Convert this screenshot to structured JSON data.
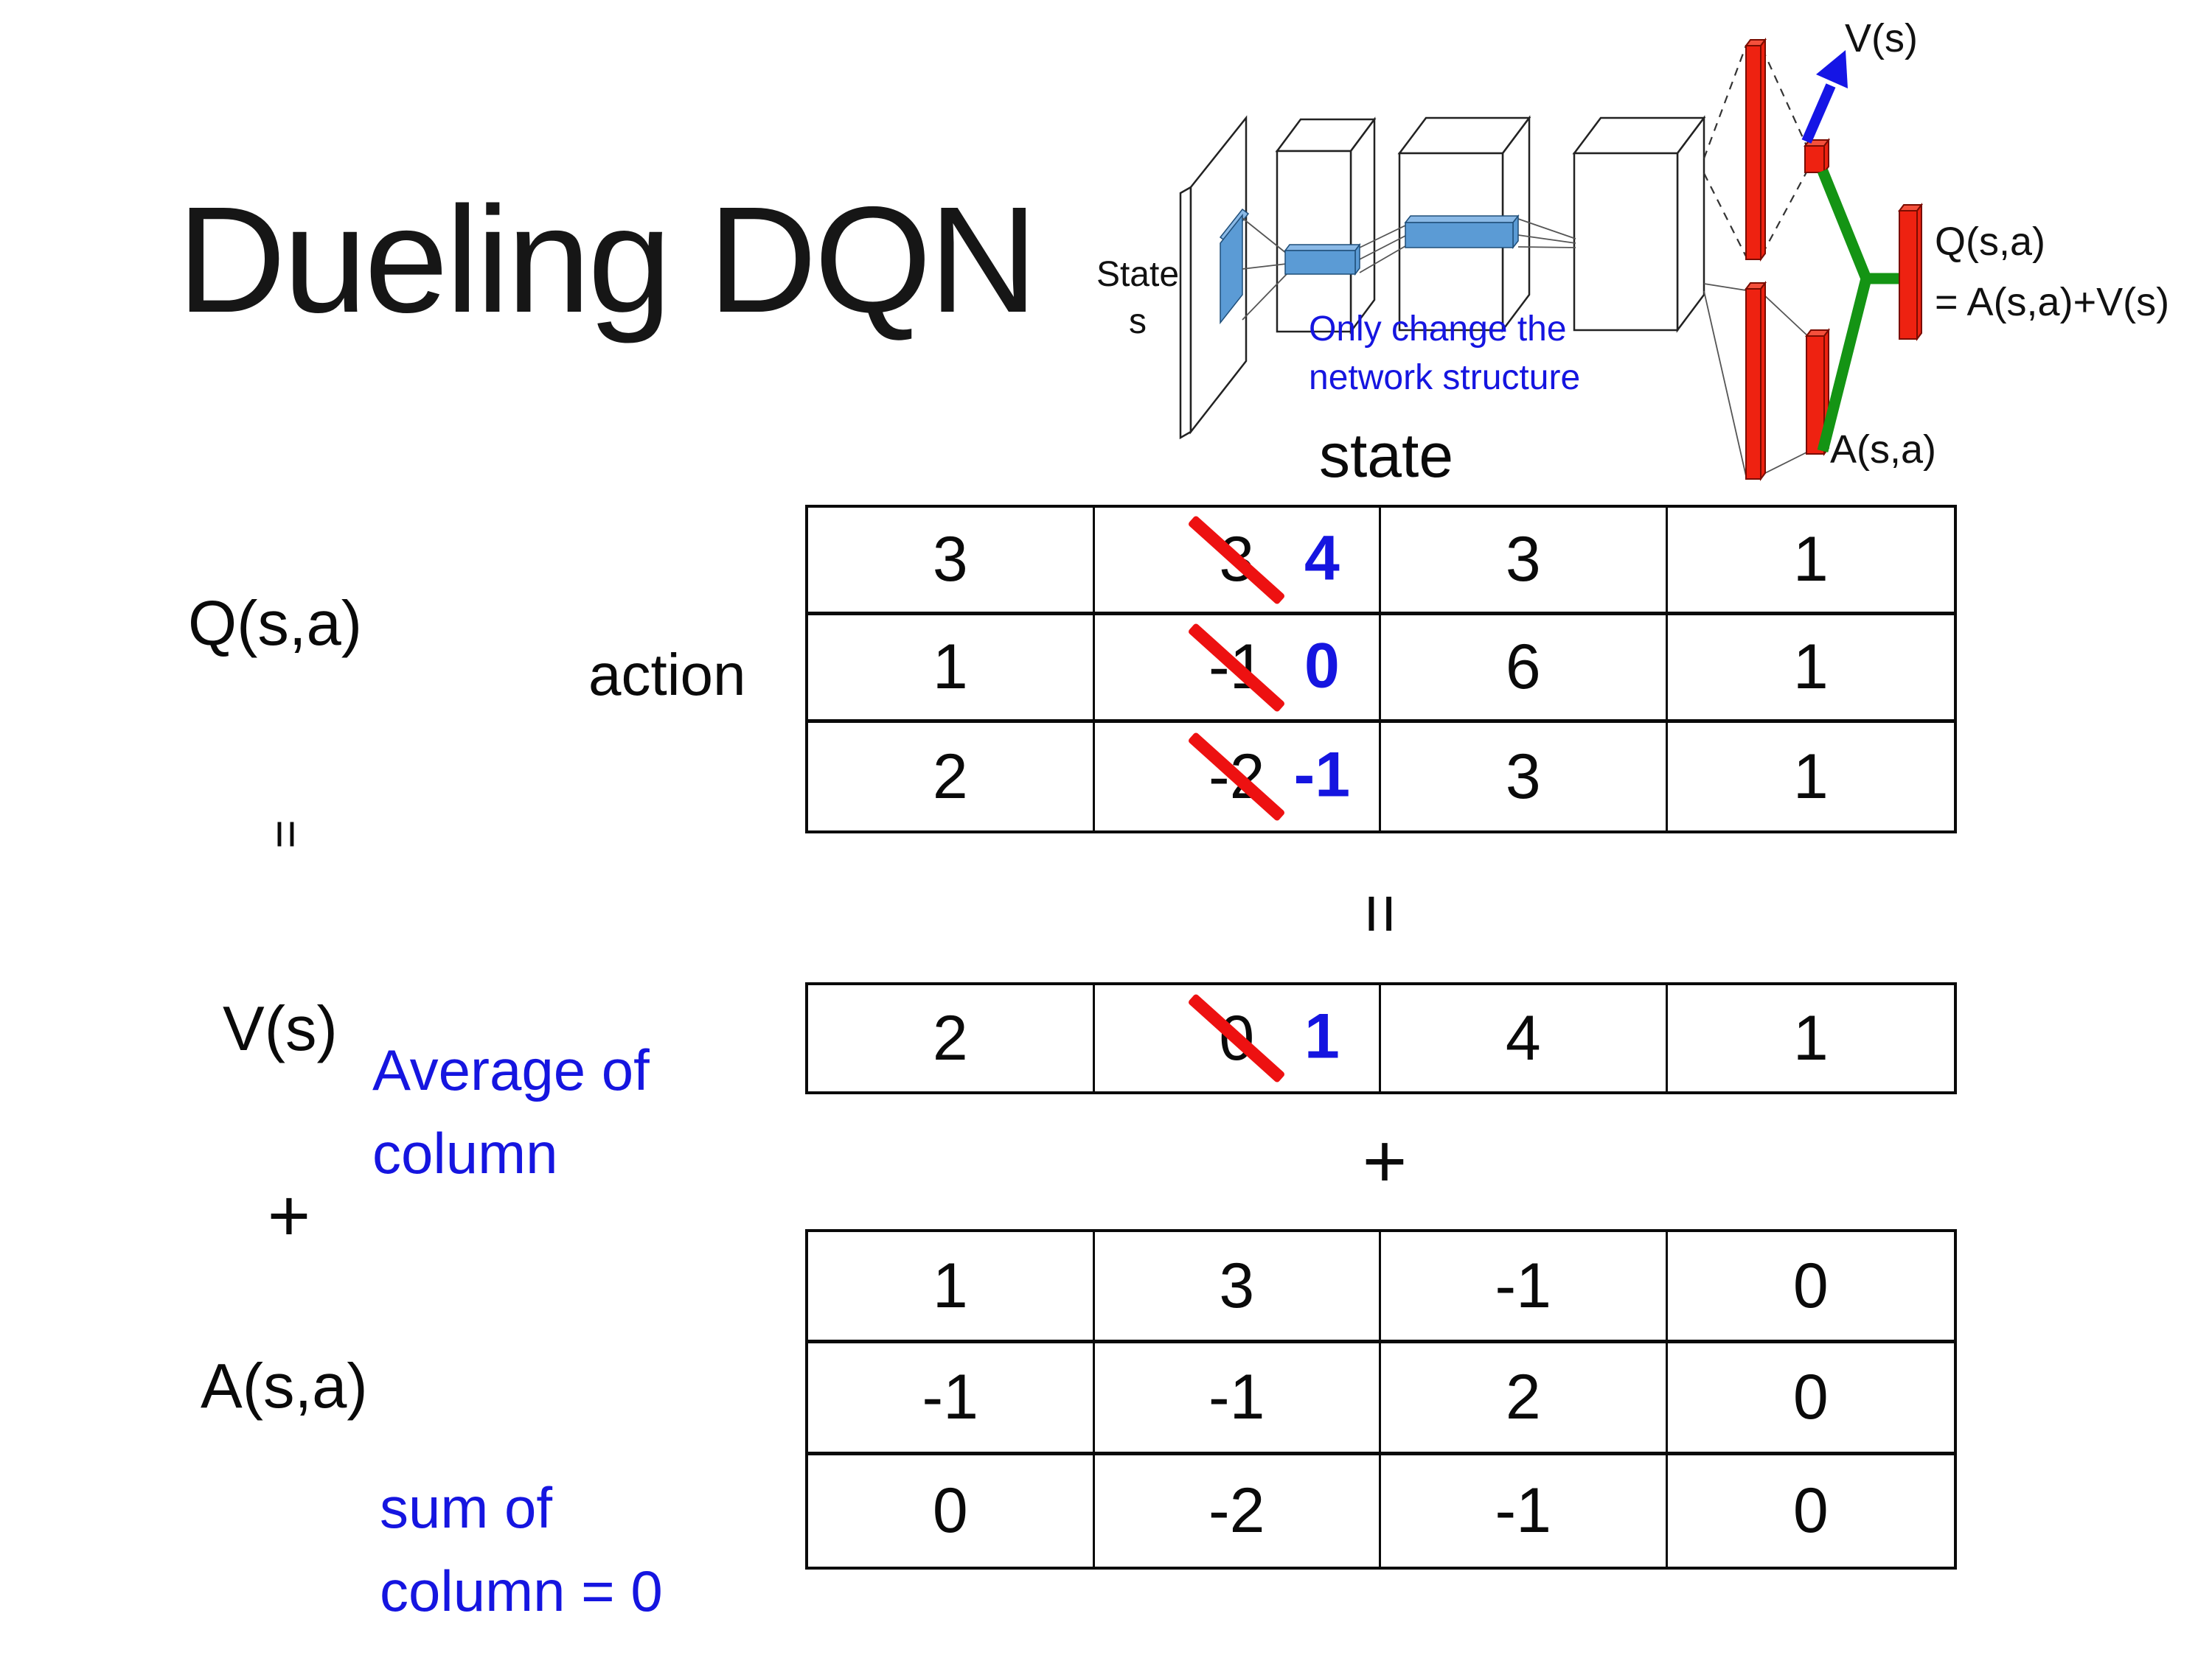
{
  "slide": {
    "title": "Dueling DQN",
    "background": "#ffffff"
  },
  "diagram": {
    "state_label_line1": "State",
    "state_label_line2": "s",
    "note_line1": "Only change the",
    "note_line2": "network structure",
    "v_output_label": "V(s)",
    "a_output_label": "A(s,a)",
    "q_output_label_line1": "Q(s,a)",
    "q_output_label_line2": "= A(s,a)+V(s)",
    "colors": {
      "red_bar": "#ee2211",
      "green_link": "#149414",
      "blue_arrow": "#1515e5",
      "blue_filter": "#5b9bd5",
      "note_blue": "#1515e0"
    }
  },
  "equation": {
    "q_label": "Q(s,a)",
    "equals_left": "=",
    "v_label": "V(s)",
    "plus_left": "+",
    "a_label": "A(s,a)",
    "equals_center": "=",
    "plus_center": "+",
    "average_note_line1": "Average of",
    "average_note_line2": "column",
    "sum_note_line1": "sum of",
    "sum_note_line2": "column = 0"
  },
  "matrix": {
    "state_header": "state",
    "action_header": "action",
    "q_rows": [
      [
        {
          "v": "3"
        },
        {
          "old": "3",
          "new": "4"
        },
        {
          "v": "3"
        },
        {
          "v": "1"
        }
      ],
      [
        {
          "v": "1"
        },
        {
          "old": "-1",
          "new": "0"
        },
        {
          "v": "6"
        },
        {
          "v": "1"
        }
      ],
      [
        {
          "v": "2"
        },
        {
          "old": "-2",
          "new": "-1"
        },
        {
          "v": "3"
        },
        {
          "v": "1"
        }
      ]
    ],
    "v_rows": [
      [
        {
          "v": "2"
        },
        {
          "old": "0",
          "new": "1"
        },
        {
          "v": "4"
        },
        {
          "v": "1"
        }
      ]
    ],
    "a_rows": [
      [
        {
          "v": "1"
        },
        {
          "v": "3"
        },
        {
          "v": "-1"
        },
        {
          "v": "0"
        }
      ],
      [
        {
          "v": "-1"
        },
        {
          "v": "-1"
        },
        {
          "v": "2"
        },
        {
          "v": "0"
        }
      ],
      [
        {
          "v": "0"
        },
        {
          "v": "-2"
        },
        {
          "v": "-1"
        },
        {
          "v": "0"
        }
      ]
    ],
    "colors": {
      "strike_red": "#ed1111",
      "new_value_blue": "#1515e0"
    }
  }
}
